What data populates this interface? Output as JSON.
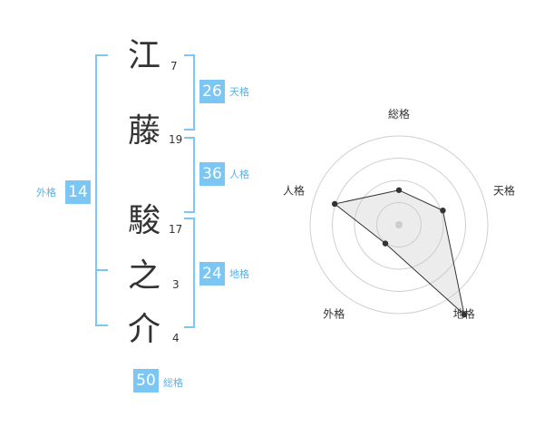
{
  "name": {
    "characters": [
      {
        "char": "江",
        "strokes": "7"
      },
      {
        "char": "藤",
        "strokes": "19"
      },
      {
        "char": "駿",
        "strokes": "17"
      },
      {
        "char": "之",
        "strokes": "3"
      },
      {
        "char": "介",
        "strokes": "4"
      }
    ]
  },
  "fortune": {
    "tenkaku": {
      "value": "26",
      "label": "天格"
    },
    "jinkaku": {
      "value": "36",
      "label": "人格"
    },
    "chikaku": {
      "value": "24",
      "label": "地格"
    },
    "gaikaku": {
      "value": "14",
      "label": "外格"
    },
    "soukaku": {
      "value": "50",
      "label": "総格"
    }
  },
  "colors": {
    "accent": "#7cc6f4",
    "label_blue": "#5bb1e6",
    "text": "#333333"
  },
  "chart_data": {
    "type": "radar",
    "axes": [
      "総格",
      "天格",
      "地格",
      "外格",
      "人格"
    ],
    "values": [
      0.39,
      0.52,
      1.25,
      0.26,
      0.76
    ],
    "rings": 4,
    "rmax": 1.0
  }
}
